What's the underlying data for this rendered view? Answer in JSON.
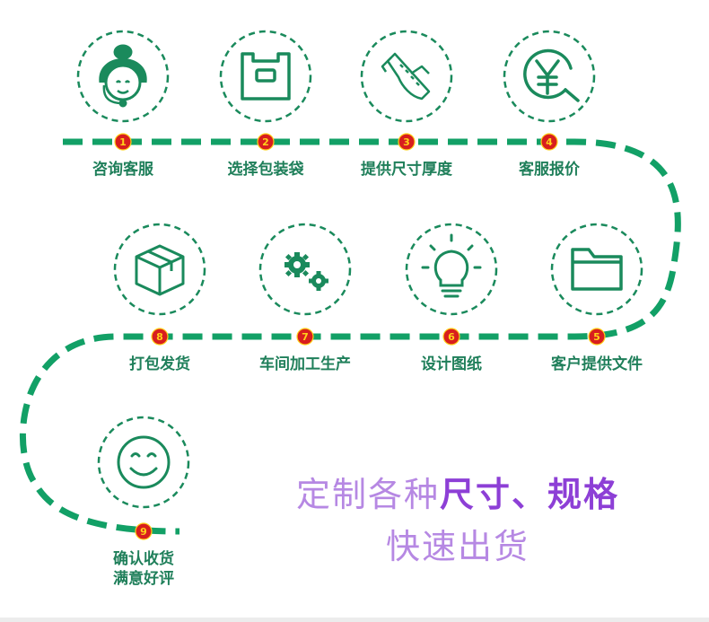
{
  "steps": [
    {
      "num": "1",
      "label": "咨询客服",
      "icon": "customer-service-icon"
    },
    {
      "num": "2",
      "label": "选择包装袋",
      "icon": "bag-icon"
    },
    {
      "num": "3",
      "label": "提供尺寸厚度",
      "icon": "tape-measure-icon"
    },
    {
      "num": "4",
      "label": "客服报价",
      "icon": "yen-price-icon"
    },
    {
      "num": "5",
      "label": "客户提供文件",
      "icon": "folder-icon"
    },
    {
      "num": "6",
      "label": "设计图纸",
      "icon": "lightbulb-icon"
    },
    {
      "num": "7",
      "label": "车间加工生产",
      "icon": "gears-icon"
    },
    {
      "num": "8",
      "label": "打包发货",
      "icon": "box-icon"
    },
    {
      "num": "9",
      "label_line1": "确认收货",
      "label_line2": "满意好评",
      "icon": "smiley-icon"
    }
  ],
  "slogan": {
    "line1_light": "定制各种",
    "line1_bold": "尺寸、规格",
    "line2": "快速出货"
  },
  "colors": {
    "green": "#1a8a5c",
    "dash_green": "#12a066",
    "badge_red": "#d81e1e",
    "slogan_light": "#b688e3",
    "slogan_bold": "#8d3fd6"
  }
}
